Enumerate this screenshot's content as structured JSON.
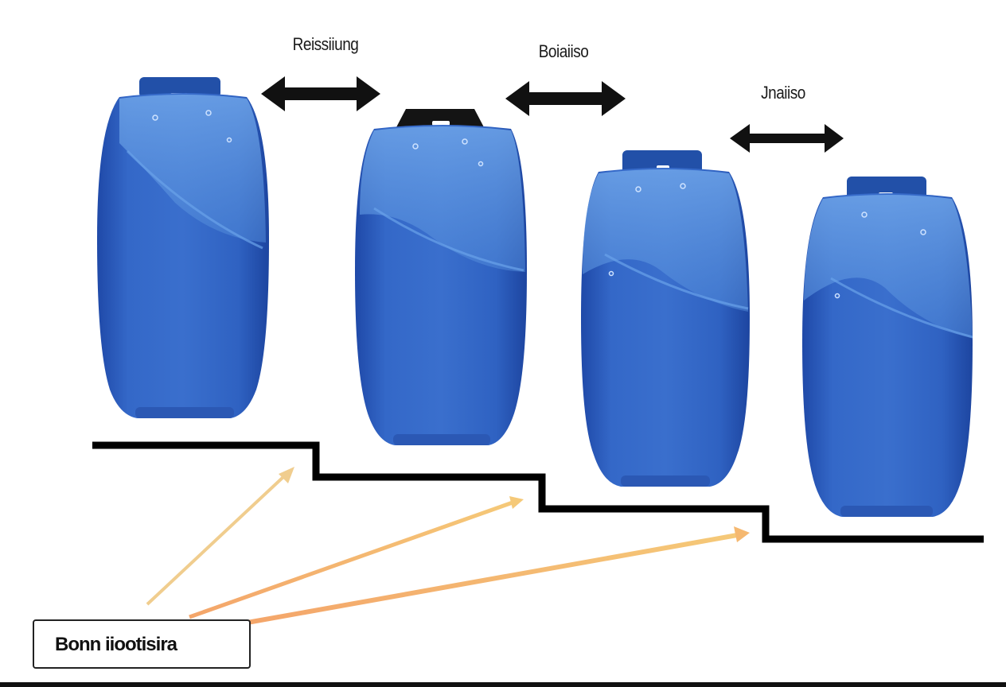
{
  "labels": {
    "label_1": "Reissiiung",
    "label_2": "Boiaiiso",
    "label_3": "Jnaiiso"
  },
  "callout": {
    "text": "Bonn iiootisira"
  },
  "colors": {
    "container_blue": "#2f5fc0",
    "container_light": "#4d86db",
    "cap_blue": "#2250a8",
    "cap_black": "#141414",
    "arrow_black": "#111111",
    "pointer_orange": "#f2b15a",
    "pointer_orange_light": "#f6d190",
    "step_line": "#000000"
  },
  "icons": {
    "double_arrow": "double-headed-arrow-icon",
    "pointer_arrow": "pointer-arrow-icon"
  }
}
